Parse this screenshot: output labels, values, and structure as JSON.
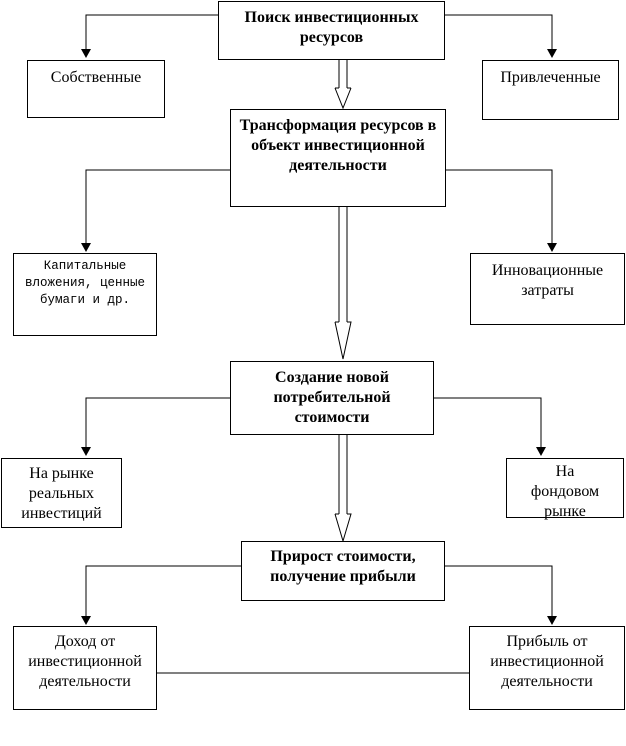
{
  "boxes": {
    "search": "Поиск инвестиционных ресурсов",
    "own": "Собственные",
    "attracted": "Привлеченные",
    "transform": "Трансформация ресурсов в объект инвестиционной деятельности",
    "capital": "Капитальные вложения, ценные бумаги и др.",
    "innovation": "Инновационные затраты",
    "create": "Создание новой потребительной стоимости",
    "real_market": "На рынке реальных инвестиций",
    "stock_market": "На фондовом рынке",
    "growth": "Прирост стоимости, получение прибыли",
    "income": "Доход от инвестиционной деятельности",
    "profit": "Прибыль от инвестиционной деятельности"
  }
}
